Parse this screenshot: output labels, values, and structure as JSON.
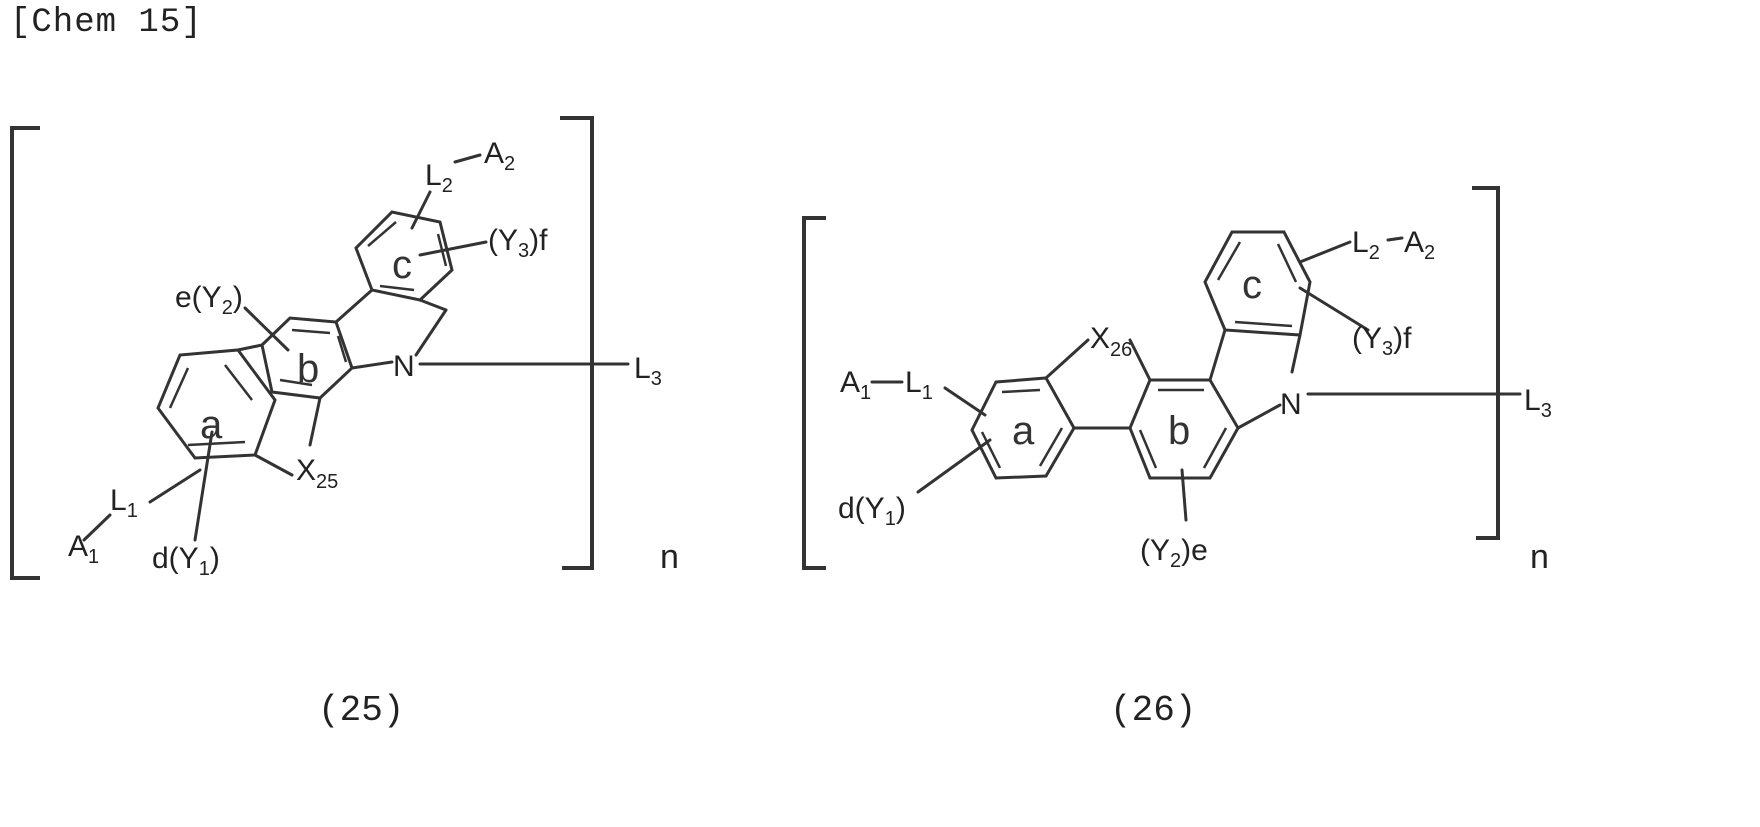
{
  "heading": "[Chem 15]",
  "structures": [
    {
      "caption": "(25)",
      "repeat": "n",
      "ring_labels": [
        "a",
        "b",
        "c"
      ],
      "heteroatom": {
        "base": "X",
        "sub": "25"
      },
      "nitrogen": "N",
      "substituents": {
        "A1": {
          "base": "A",
          "sub": "1"
        },
        "L1": {
          "base": "L",
          "sub": "1"
        },
        "Y1": {
          "pre": "d(Y",
          "sub": "1",
          "post": ")"
        },
        "Y2": {
          "pre": "e(Y",
          "sub": "2",
          "post": ")"
        },
        "Y3": {
          "pre": "(Y",
          "sub": "3",
          "post": ")f"
        },
        "L2": {
          "base": "L",
          "sub": "2"
        },
        "A2": {
          "base": "A",
          "sub": "2"
        },
        "L3": {
          "base": "L",
          "sub": "3"
        }
      }
    },
    {
      "caption": "(26)",
      "repeat": "n",
      "ring_labels": [
        "a",
        "b",
        "c"
      ],
      "heteroatom": {
        "base": "X",
        "sub": "26"
      },
      "nitrogen": "N",
      "substituents": {
        "A1": {
          "base": "A",
          "sub": "1"
        },
        "L1": {
          "base": "L",
          "sub": "1"
        },
        "Y1": {
          "pre": "d(Y",
          "sub": "1",
          "post": ")"
        },
        "Y2": {
          "pre": "(Y",
          "sub": "2",
          "post": ")e"
        },
        "Y3": {
          "pre": "(Y",
          "sub": "3",
          "post": ")f"
        },
        "L2": {
          "base": "L",
          "sub": "2"
        },
        "A2": {
          "base": "A",
          "sub": "2"
        },
        "L3": {
          "base": "L",
          "sub": "3"
        }
      }
    }
  ]
}
